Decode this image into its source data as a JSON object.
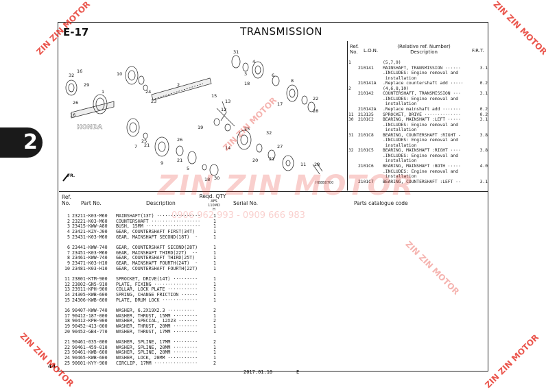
{
  "header": {
    "section_id": "E-17",
    "title": "TRANSMISSION",
    "side_tab": "2",
    "page_number": "44"
  },
  "diagram": {
    "callouts": [
      "1",
      "2",
      "3",
      "4",
      "5",
      "6",
      "7",
      "8",
      "9",
      "10",
      "11",
      "12",
      "13",
      "14",
      "15",
      "16",
      "17",
      "18",
      "19",
      "20",
      "21",
      "22",
      "23",
      "24",
      "25",
      "26",
      "27",
      "28",
      "29",
      "30",
      "31",
      "32"
    ],
    "direction_label": "FR.",
    "figure_code": "H88B0700",
    "brand_label": "HONDA"
  },
  "ref_table": {
    "headers": {
      "ref": "Ref.",
      "no": "No.",
      "lon": "L.O.N.",
      "rel": "(Relative ref. Number)",
      "desc": "Description",
      "frt": "F.R.T."
    },
    "rows": [
      {
        "ref": "1",
        "lon": "",
        "desc": "(5,7,9)",
        "frt": ""
      },
      {
        "ref": "",
        "lon": "210141",
        "desc": "MAINSHAFT, TRANSMISSION ······",
        "frt": "3.1"
      },
      {
        "ref": "",
        "lon": "",
        "desc": ".INCLUDES: Engine removal and",
        "frt": ""
      },
      {
        "ref": "",
        "lon": "",
        "desc": " installation",
        "frt": ""
      },
      {
        "ref": "",
        "lon": "210141A",
        "desc": ".Replace countershaft add ·····",
        "frt": "0.2"
      },
      {
        "ref": "2",
        "lon": "",
        "desc": "(4,6,8,10)",
        "frt": ""
      },
      {
        "ref": "",
        "lon": "210142",
        "desc": "COUNTERSHAFT, TRANSMISSION ···",
        "frt": "3.1"
      },
      {
        "ref": "",
        "lon": "",
        "desc": ".INCLUDES: Engine removal and",
        "frt": ""
      },
      {
        "ref": "",
        "lon": "",
        "desc": " installation",
        "frt": ""
      },
      {
        "ref": "",
        "lon": "210142A",
        "desc": ".Replace mainshaft add ·······",
        "frt": "0.2"
      },
      {
        "ref": "11",
        "lon": "213135",
        "desc": "SPROCKET, DRIVE ··············",
        "frt": "0.2"
      },
      {
        "ref": "30",
        "lon": "2101C2",
        "desc": "BEARING, MAINSHAFT :LEFT ·····",
        "frt": "3.1"
      },
      {
        "ref": "",
        "lon": "",
        "desc": ".INCLUDES: Engine removal and",
        "frt": ""
      },
      {
        "ref": "",
        "lon": "",
        "desc": " installation",
        "frt": ""
      },
      {
        "ref": "31",
        "lon": "2101C8",
        "desc": "BEARING, COUNTERSHAFT :RIGHT -",
        "frt": "3.8"
      },
      {
        "ref": "",
        "lon": "",
        "desc": ".INCLUDES: Engine removal and",
        "frt": ""
      },
      {
        "ref": "",
        "lon": "",
        "desc": " installation",
        "frt": ""
      },
      {
        "ref": "32",
        "lon": "2101C5",
        "desc": "BEARING, MAINSHAFT :RIGHT ····",
        "frt": "3.8"
      },
      {
        "ref": "",
        "lon": "",
        "desc": ".INCLUDES: Engine removal and",
        "frt": ""
      },
      {
        "ref": "",
        "lon": "",
        "desc": " installation",
        "frt": ""
      },
      {
        "ref": "",
        "lon": "2101C6",
        "desc": "BEARING, MAINSHAFT :BOTH ·····",
        "frt": "4.0"
      },
      {
        "ref": "",
        "lon": "",
        "desc": ".INCLUDES: Engine removal and",
        "frt": ""
      },
      {
        "ref": "",
        "lon": "",
        "desc": " installation",
        "frt": ""
      },
      {
        "ref": "",
        "lon": "2101C7",
        "desc": "BEARING, COUNTERSHAFT :LEFT ··",
        "frt": "3.1"
      }
    ]
  },
  "parts_table": {
    "headers": {
      "ref": "Ref.",
      "no": "No.",
      "part_no": "Part No.",
      "description": "Description",
      "reqd_qty": "Reqd. QTY",
      "afs": "AFS",
      "model": "110MD",
      "h": "H",
      "serial_no": "Serial No.",
      "catalogue": "Parts catalogue code"
    },
    "rows": [
      {
        "ref": "1",
        "part_no": "23211-K03-M60",
        "desc": "MAINSHAFT(13T) ················",
        "qty": "1"
      },
      {
        "ref": "2",
        "part_no": "23221-K03-M60",
        "desc": "COUNTERSHAFT ··················",
        "qty": "1"
      },
      {
        "ref": "3",
        "part_no": "23415-KWW-A80",
        "desc": "BUSH, 15MM ····················",
        "qty": "1"
      },
      {
        "ref": "4",
        "part_no": "23421-KZV-J00",
        "desc": "GEAR, COUNTERSHAFT FIRST(34T)",
        "qty": "1"
      },
      {
        "ref": "5",
        "part_no": "23431-K03-M60",
        "desc": "GEAR, MAINSHAFT SECOND(18T)  ·",
        "qty": "1"
      },
      {
        "ref": "6",
        "part_no": "23441-KWW-740",
        "desc": "GEAR, COUNTERSHAFT SECOND(28T)",
        "qty": "1"
      },
      {
        "ref": "7",
        "part_no": "23451-K03-M60",
        "desc": "GEAR, MAINSHAFT THIRD(22T)  ··",
        "qty": "1"
      },
      {
        "ref": "8",
        "part_no": "23461-KWW-740",
        "desc": "GEAR, COUNTERSHAFT THIRD(25T)",
        "qty": "1"
      },
      {
        "ref": "9",
        "part_no": "23471-K03-H10",
        "desc": "GEAR, MAINSHAFT FOURTH(24T)  ·",
        "qty": "1"
      },
      {
        "ref": "10",
        "part_no": "23481-K03-H10",
        "desc": "GEAR, COUNTERSHAFT FOURTH(22T)",
        "qty": "1"
      },
      {
        "ref": "11",
        "part_no": "23801-KTM-900",
        "desc": "SPROCKET, DRIVE(14T) ·········",
        "qty": "1"
      },
      {
        "ref": "12",
        "part_no": "23802-GN5-910",
        "desc": "PLATE, FIXING ················",
        "qty": "1"
      },
      {
        "ref": "13",
        "part_no": "23911-KPH-900",
        "desc": "COLLAR, LOCK PLATE ···········",
        "qty": "1"
      },
      {
        "ref": "14",
        "part_no": "24305-KWB-600",
        "desc": "SPRING, CHANGE FRICTION ······",
        "qty": "1"
      },
      {
        "ref": "15",
        "part_no": "24306-KWB-600",
        "desc": "PLATE, DRUM LOCK ·············",
        "qty": "1"
      },
      {
        "ref": "16",
        "part_no": "90407-KWW-740",
        "desc": "WASHER, 6.2X19X2.3 ··········",
        "qty": "2"
      },
      {
        "ref": "17",
        "part_no": "90412-187-000",
        "desc": "WASHER, THRUST, 15MM ·········",
        "qty": "1"
      },
      {
        "ref": "18",
        "part_no": "90412-KPH-900",
        "desc": "WASHER, SPECIAL, 12X23 ·······",
        "qty": "2"
      },
      {
        "ref": "19",
        "part_no": "90452-413-000",
        "desc": "WASHER, THRUST, 20MM ·········",
        "qty": "1"
      },
      {
        "ref": "20",
        "part_no": "90452-GB4-770",
        "desc": "WASHER, THRUST, 17MM ·········",
        "qty": "1"
      },
      {
        "ref": "21",
        "part_no": "90461-035-000",
        "desc": "WASHER, SPLINE, 17MM ·········",
        "qty": "2"
      },
      {
        "ref": "22",
        "part_no": "90461-459-010",
        "desc": "WASHER, SPLINE, 20MM ·········",
        "qty": "1"
      },
      {
        "ref": "23",
        "part_no": "90461-KWB-600",
        "desc": "WASHER, SPLINE, 20MM ·········",
        "qty": "1"
      },
      {
        "ref": "24",
        "part_no": "90465-KWB-600",
        "desc": "WASHER, LOCK, 20MM ···········",
        "qty": "1"
      },
      {
        "ref": "25",
        "part_no": "90601-KYY-900",
        "desc": "CIRCLIP, 17MM ················",
        "qty": "2"
      }
    ]
  },
  "footer": {
    "date": "2017.01.10",
    "code": "E"
  },
  "watermarks": {
    "brand": "ZIN ZIN MOTOR",
    "phone": "0906 962 993 - 0909 666 983",
    "color": "#e52b20"
  }
}
